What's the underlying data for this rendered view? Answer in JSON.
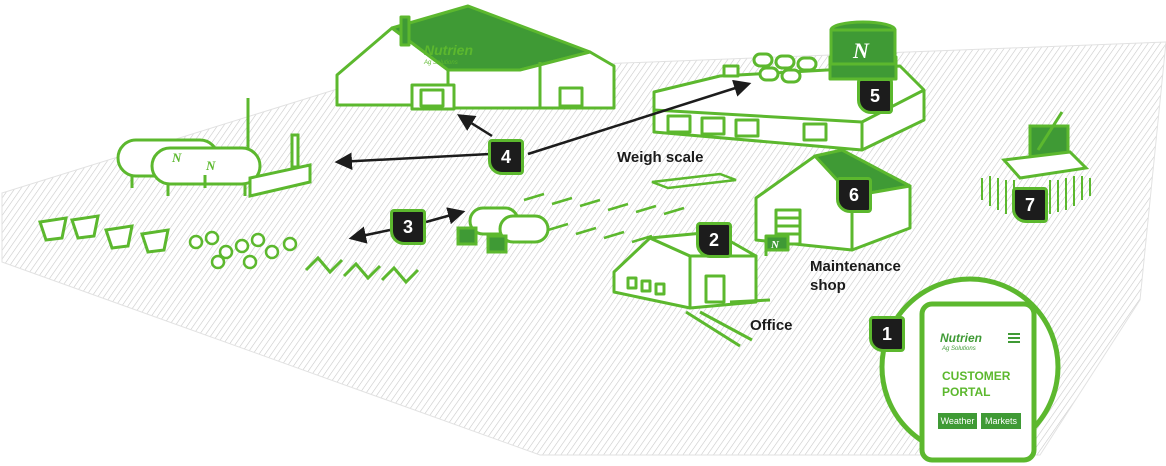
{
  "brand": {
    "name": "Nutrien",
    "sub": "Ag Solutions",
    "initial": "N",
    "green": "#5cb82e",
    "dark_green": "#3f9a35",
    "dark": "#1c1c1c"
  },
  "labels": {
    "weigh_scale": "Weigh scale",
    "maintenance_1": "Maintenance",
    "maintenance_2": "shop",
    "office": "Office"
  },
  "badges": [
    "1",
    "2",
    "3",
    "4",
    "5",
    "6",
    "7"
  ],
  "phone": {
    "portal_1": "CUSTOMER",
    "portal_2": "PORTAL",
    "buttons": [
      "Weather",
      "Markets"
    ],
    "menu_icon": "hamburger-menu-icon"
  }
}
